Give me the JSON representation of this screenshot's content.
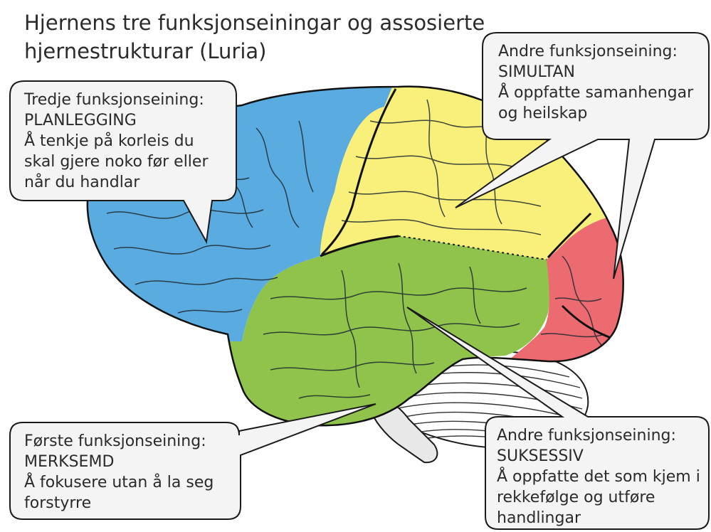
{
  "title": {
    "line1": "Hjernens tre funksjonseiningar og assosierte",
    "line2": "hjernestrukturar  (Luria)"
  },
  "callouts": {
    "planning": {
      "heading": "Tredje funksjonseining:",
      "name": "PLANLEGGING",
      "desc": [
        "Å tenkje på korleis du",
        "skal gjere noko før eller",
        "når du handlar"
      ]
    },
    "simultaneous": {
      "heading": "Andre funksjonseining:",
      "name": "SIMULTAN",
      "desc": [
        "Å oppfatte samanhengar",
        "og heilskap"
      ]
    },
    "attention": {
      "heading": "Første funksjonseining:",
      "name": "MERKSEMD",
      "desc": [
        "Å fokusere utan å la seg",
        "forstyrre"
      ]
    },
    "successive": {
      "heading": "Andre funksjonseining:",
      "name": "SUKSESSIV",
      "desc": [
        "Å oppfatte det som kjem i",
        "rekkefølge og utføre",
        "handlingar"
      ]
    }
  },
  "colors": {
    "frontal": "#5aace0",
    "parietal": "#f8f07a",
    "temporal": "#8fc34b",
    "occipital": "#ec6b70",
    "callout_fill": "#f4f4f4",
    "outline": "#1a1a1a"
  }
}
